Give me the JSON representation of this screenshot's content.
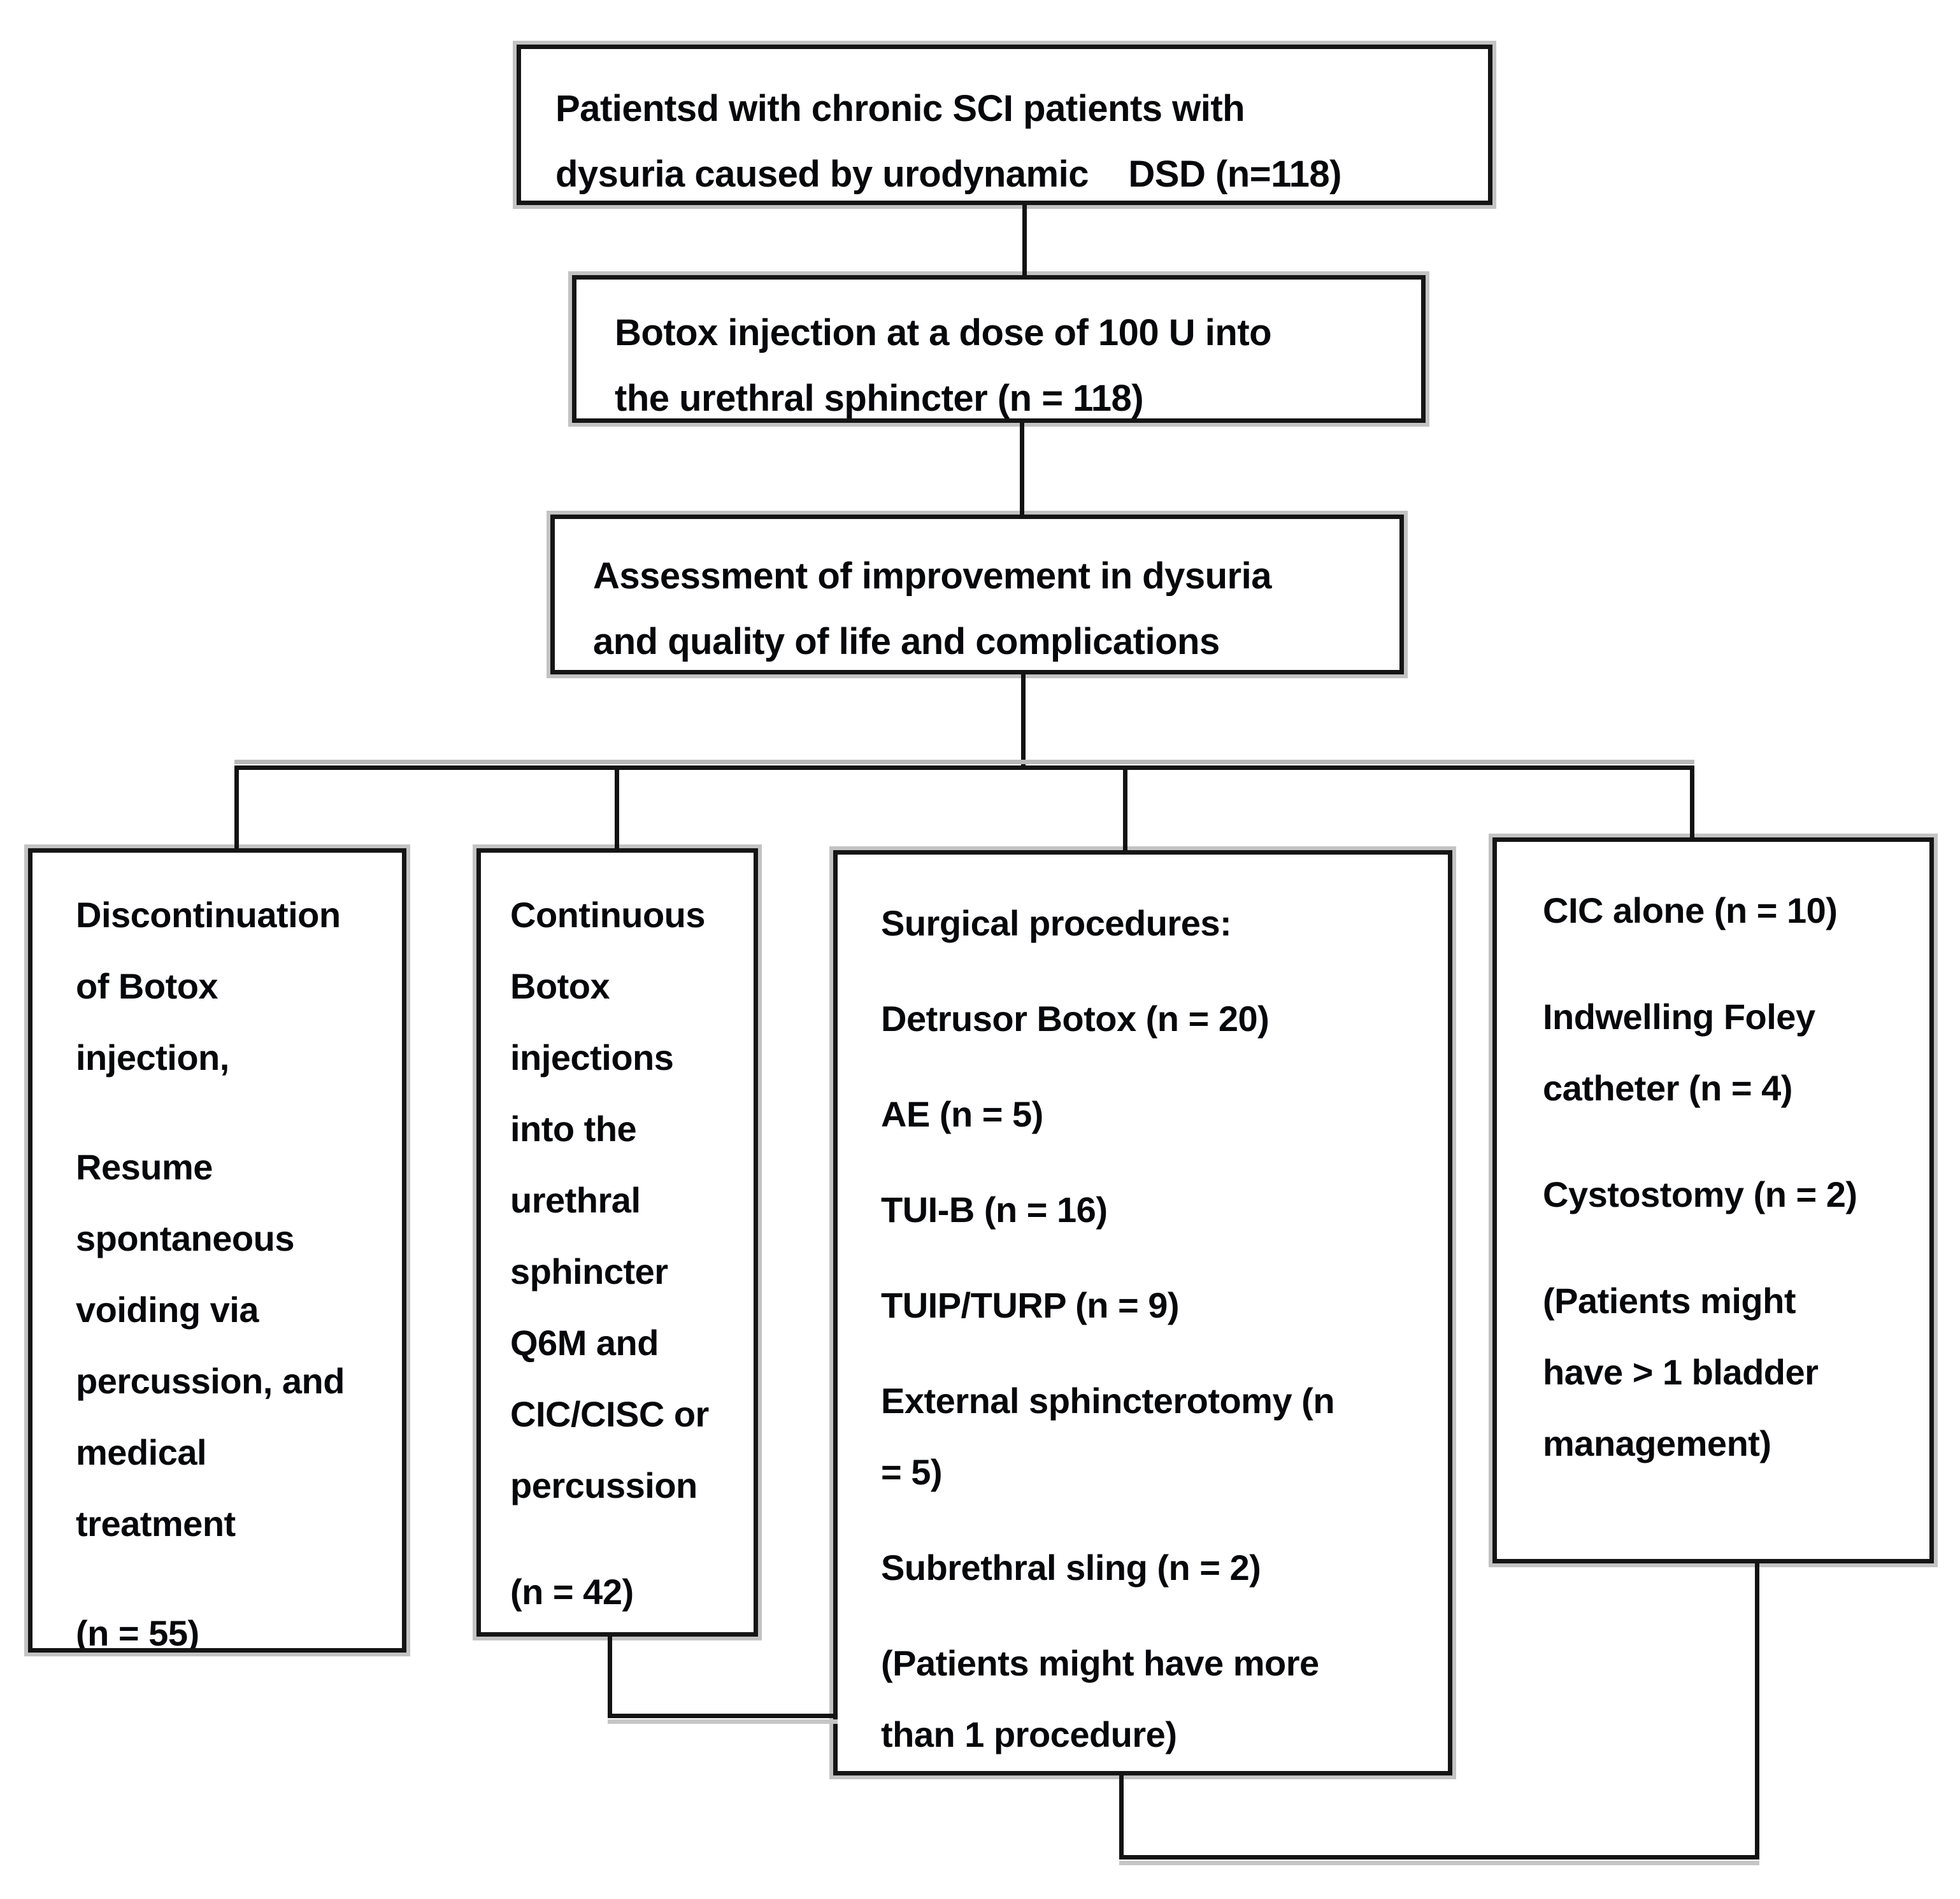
{
  "page": {
    "background": "#ffffff",
    "border_color": "#151515",
    "text_color": "#07080b",
    "shadow_color": "#c3c3c3"
  },
  "boxes": {
    "patients": {
      "lines": [
        "Patientsd with chronic SCI patients with",
        "dysuria caused by urodynamic    DSD (n=118)"
      ]
    },
    "botox_injection": {
      "lines": [
        "Botox injection at a dose of 100 U into",
        "the urethral sphincter (n = 118)"
      ]
    },
    "assessment": {
      "lines": [
        "Assessment of improvement in dysuria",
        "and quality of life and complications"
      ]
    },
    "discontinuation": {
      "lines": [
        "Discontinuation\nof Botox\ninjection,",
        "Resume\nspontaneous\nvoiding via\npercussion, and\nmedical\ntreatment",
        "(n = 55)"
      ]
    },
    "continuous": {
      "lines": [
        "Continuous\nBotox\ninjections\ninto the\nurethral\nsphincter\nQ6M and\nCIC/CISC or\npercussion",
        "(n = 42)"
      ]
    },
    "surgical": {
      "lines": [
        "Surgical procedures:",
        "Detrusor Botox (n = 20)",
        "AE (n = 5)",
        "TUI-B (n = 16)",
        "TUIP/TURP (n = 9)",
        "External sphincterotomy (n\n= 5)",
        "Subrethral sling (n = 2)",
        "(Patients might have more\nthan 1 procedure)"
      ]
    },
    "bladder_management": {
      "lines": [
        "CIC alone (n = 10)",
        "Indwelling Foley\ncatheter (n = 4)",
        "Cystostomy (n = 2)",
        "(Patients might\nhave > 1 bladder\nmanagement)"
      ]
    }
  }
}
